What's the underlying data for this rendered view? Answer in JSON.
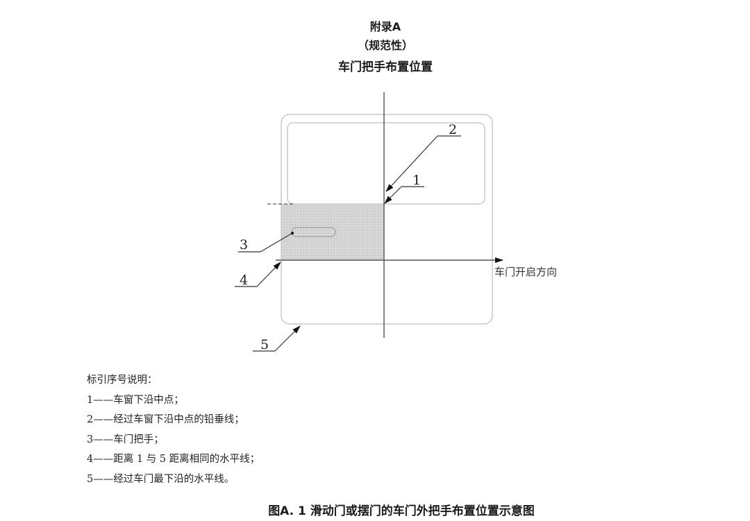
{
  "header": {
    "appendix": "附录A",
    "nature": "（规范性）",
    "title": "车门把手布置位置"
  },
  "diagram": {
    "callouts": {
      "c1": "1",
      "c2": "2",
      "c3": "3",
      "c4": "4",
      "c5": "5"
    },
    "direction_label": "车门开启方向",
    "colors": {
      "door_outline": "#c8c8c8",
      "shaded_zone": "#d2d2d2",
      "axis": "#444444",
      "leader": "#333333"
    }
  },
  "legend": {
    "heading": "标引序号说明：",
    "items": [
      "1——车窗下沿中点；",
      "2——经过车窗下沿中点的铅垂线；",
      "3——车门把手；",
      "4——距离 1 与 5 距离相同的水平线；",
      "5——经过车门最下沿的水平线。"
    ]
  },
  "caption": "图A. 1  滑动门或摆门的车门外把手布置位置示意图"
}
